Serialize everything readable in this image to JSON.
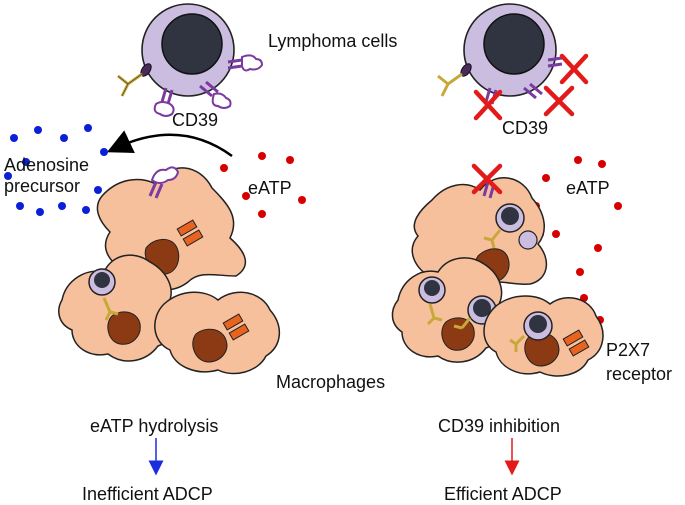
{
  "labels": {
    "lymphoma_cells": "Lymphoma cells",
    "cd39_left": "CD39",
    "cd39_right": "CD39",
    "adenosine_line1": "Adenosine",
    "adenosine_line2": "precursor",
    "eatp_left": "eATP",
    "eatp_right": "eATP",
    "macrophages": "Macrophages",
    "p2x7_line1": "P2X7",
    "p2x7_line2": "receptor",
    "left_process": "eATP hydrolysis",
    "right_process": "CD39 inhibition",
    "left_outcome": "Inefficient ADCP",
    "right_outcome": "Efficient ADCP"
  },
  "colors": {
    "macrophage_fill": "#f6c09d",
    "nucleus_fill": "#8b3a14",
    "lymphoma_cell_fill": "#cbbde0",
    "lymphoma_nucleus": "#2f3440",
    "cd39_color": "#7a3aa0",
    "antibody_color": "#c9a83a",
    "p2x7_color": "#e8641e",
    "eatp_dot": "#d60000",
    "adenosine_dot": "#0b1fd6",
    "inhibition_cross": "#e31a1a",
    "left_arrow": "#1a2ee0",
    "right_arrow": "#e31a1a"
  }
}
